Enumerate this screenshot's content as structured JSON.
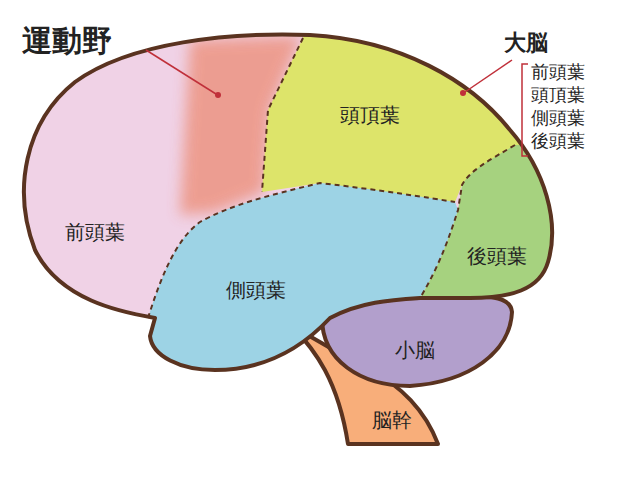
{
  "diagram": {
    "nodes": [
      {
        "text": [
          "頭頂葉"
        ]
      },
      {
        "text": [
          "前頭葉"
        ]
      },
      {
        "text": [
          "後頭葉"
        ]
      },
      {
        "text": [
          "側頭葉"
        ]
      },
      {
        "text": [
          "小脳"
        ]
      },
      {
        "text": [
          "脳幹"
        ]
      }
    ],
    "labels": [
      "運動野",
      "大脳",
      "前頭葉",
      "頭頂葉",
      "側頭葉",
      "後頭葉"
    ]
  }
}
